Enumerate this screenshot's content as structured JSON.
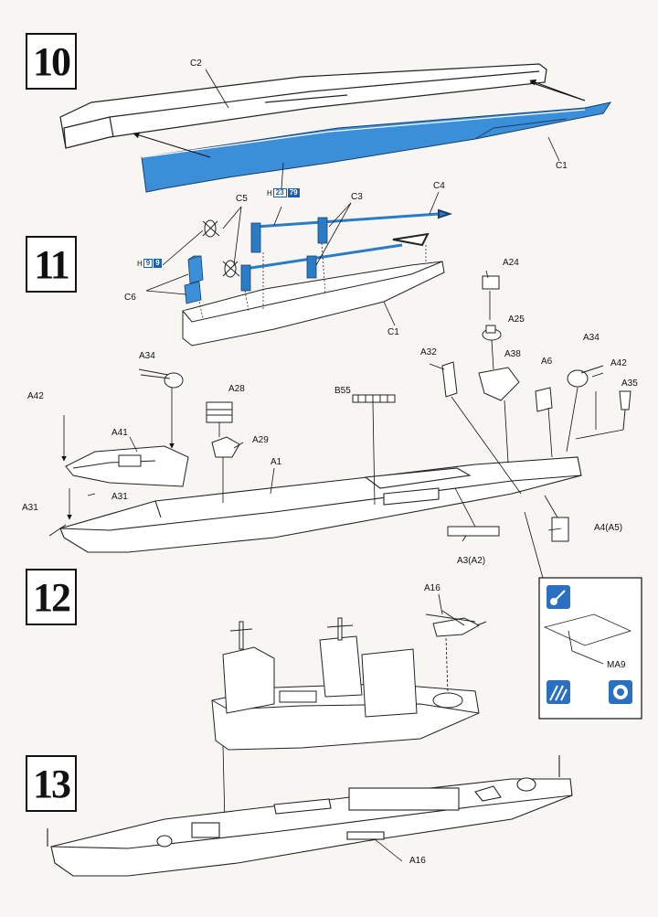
{
  "steps": [
    {
      "number": "10"
    },
    {
      "number": "11"
    },
    {
      "number": "12"
    },
    {
      "number": "13"
    }
  ],
  "colors": {
    "hull_blue": "#3a8fd8",
    "detail_blue": "#2a7cc7",
    "line": "#222222"
  },
  "step10": {
    "labels": {
      "c2": "C2",
      "c1": "C1"
    },
    "paint": {
      "prefix": "H",
      "code1": "23",
      "code2": "79"
    }
  },
  "step11": {
    "labels": {
      "c5": "C5",
      "c3": "C3",
      "c4": "C4",
      "c6": "C6",
      "c1": "C1"
    },
    "paint": {
      "prefix": "H",
      "code1": "9",
      "code2": "9"
    }
  },
  "main_deck": {
    "labels": {
      "a24": "A24",
      "a25": "A25",
      "a34_left": "A34",
      "a32": "A32",
      "a38": "A38",
      "a6": "A6",
      "a34_right": "A34",
      "a42_right": "A42",
      "a35": "A35",
      "a42_left": "A42",
      "a28": "A28",
      "b55": "B55",
      "a41": "A41",
      "a29": "A29",
      "a1": "A1",
      "a31_mid": "A31",
      "a31_left": "A31",
      "a4": "A4(A5)",
      "a3": "A3(A2)"
    }
  },
  "step12": {
    "labels": {
      "a16": "A16",
      "ma9": "MA9"
    },
    "icons": [
      "brush-icon",
      "decal-icon",
      "cement-icon"
    ]
  },
  "step13": {
    "labels": {
      "a16": "A16"
    }
  }
}
